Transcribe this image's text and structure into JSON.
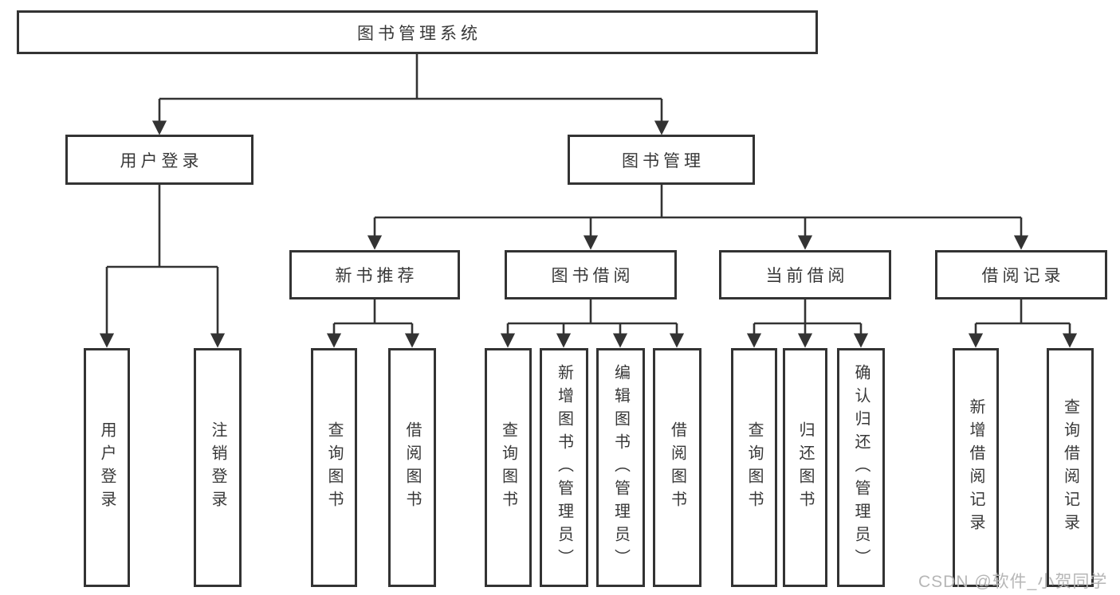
{
  "diagram": {
    "title": "图书管理系统",
    "watermark": "CSDN @软件_小贺同学",
    "colors": {
      "line": "#333333",
      "box_border": "#333333",
      "text": "#383838",
      "background": "#ffffff",
      "watermark": "#b6b6b6"
    },
    "tree": {
      "label": "图书管理系统",
      "children": [
        {
          "label": "用户登录",
          "children": [
            {
              "label": "用户登录"
            },
            {
              "label": "注销登录"
            }
          ]
        },
        {
          "label": "图书管理",
          "children": [
            {
              "label": "新书推荐",
              "children": [
                {
                  "label": "查询图书"
                },
                {
                  "label": "借阅图书"
                }
              ]
            },
            {
              "label": "图书借阅",
              "children": [
                {
                  "label": "查询图书"
                },
                {
                  "label": "新增图书（管理员）"
                },
                {
                  "label": "编辑图书（管理员）"
                },
                {
                  "label": "借阅图书"
                }
              ]
            },
            {
              "label": "当前借阅",
              "children": [
                {
                  "label": "查询图书"
                },
                {
                  "label": "归还图书"
                },
                {
                  "label": "确认归还（管理员）"
                }
              ]
            },
            {
              "label": "借阅记录",
              "children": [
                {
                  "label": "新增借阅记录"
                },
                {
                  "label": "查询借阅记录"
                }
              ]
            }
          ]
        }
      ]
    }
  }
}
